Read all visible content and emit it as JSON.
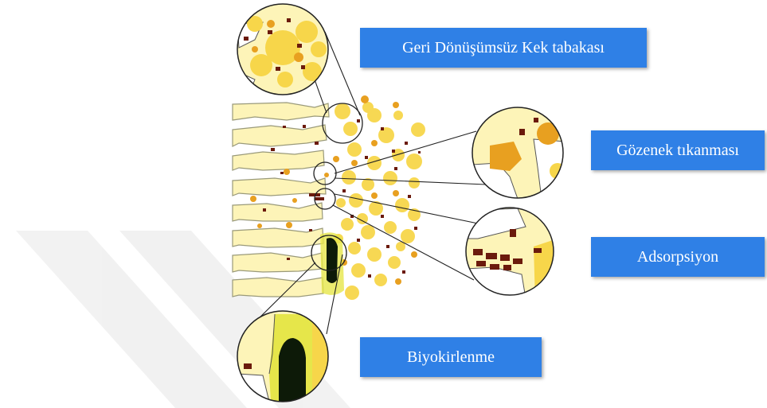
{
  "labels": {
    "cake": "Geri Dönüşümsüz Kek tabakası",
    "pore": "Gözenek tıkanması",
    "adsorption": "Adsorpsiyon",
    "biofouling": "Biyokirlenme"
  },
  "colors": {
    "label_bg": "#2f80e6",
    "membrane": "#fdf4b8",
    "particle_yellow": "#f7d64a",
    "particle_orange": "#e8a020",
    "foulant_dark": "#6b1a0c",
    "biofilm": "#0d1a08",
    "biofilm_layer": "#e6e64a"
  }
}
